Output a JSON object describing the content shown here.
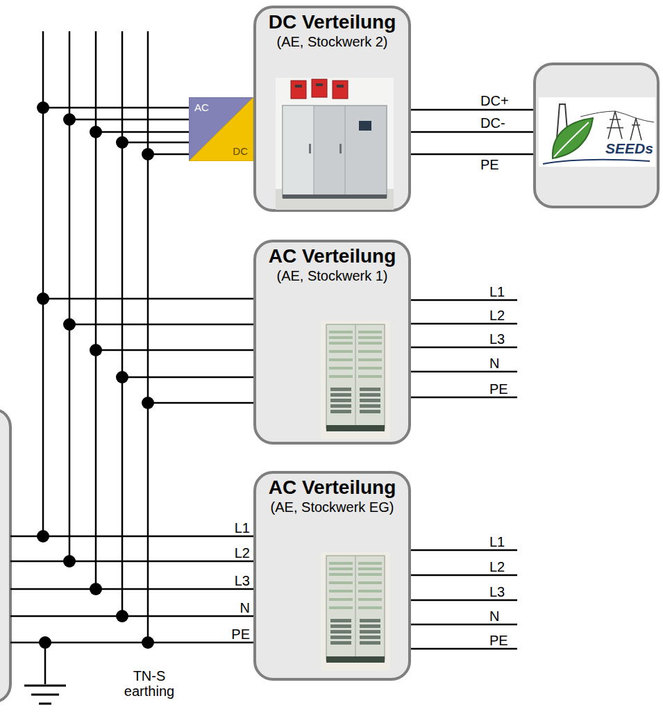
{
  "diagram": {
    "nodes": [
      {
        "text": [
          "DC Verteilung",
          "(AE, Stockwerk 2)"
        ]
      },
      {
        "text": [
          "AC",
          "DC"
        ]
      },
      {
        "text": [
          "SEEDs"
        ]
      },
      {
        "text": [
          "AC Verteilung",
          "(AE, Stockwerk 1)"
        ]
      },
      {
        "text": [
          "AC Verteilung",
          "(AE, Stockwerk EG)"
        ]
      }
    ],
    "edges": [
      {
        "from": 0,
        "to": 2,
        "arrow": "none",
        "label": "DC+"
      },
      {
        "from": 0,
        "to": 2,
        "arrow": "none",
        "label": "DC-"
      },
      {
        "from": 0,
        "to": 2,
        "arrow": "none",
        "label": "PE"
      }
    ],
    "labels": [
      "L1",
      "L2",
      "L3",
      "N",
      "PE",
      "L1",
      "L2",
      "L3",
      "N",
      "PE",
      "L1",
      "L2",
      "L3",
      "N",
      "PE",
      "TN-S earthing"
    ]
  }
}
